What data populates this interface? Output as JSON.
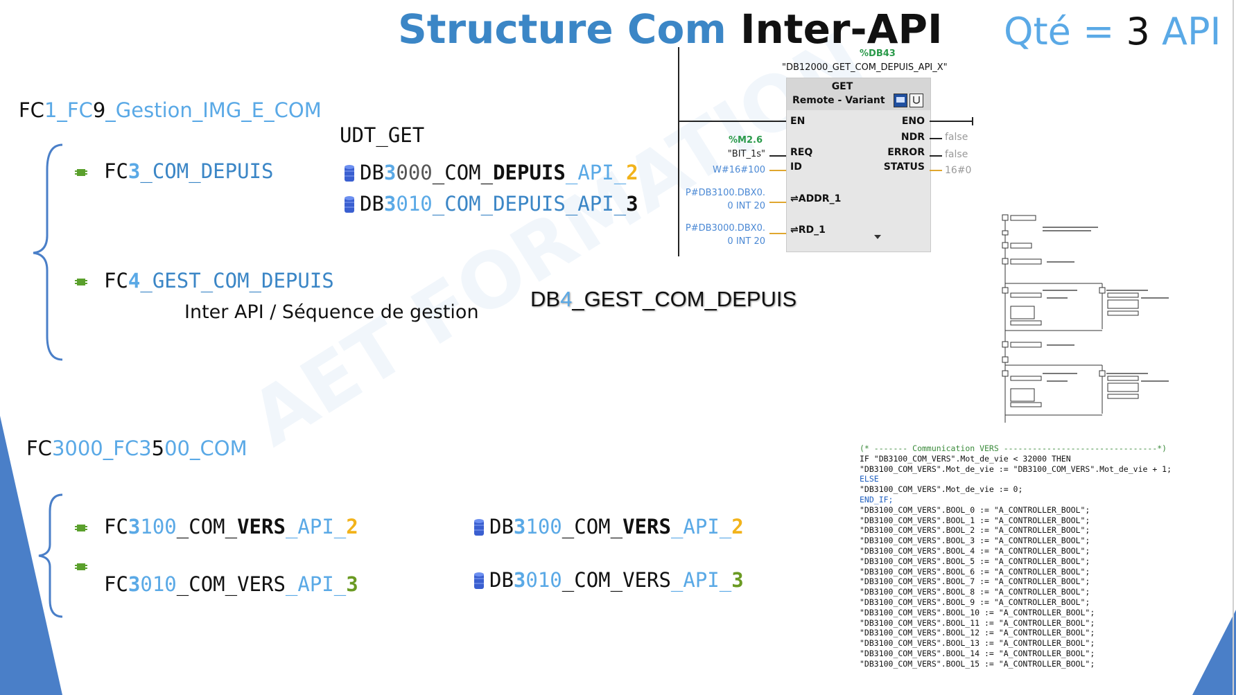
{
  "title": {
    "part1": "Structure Com ",
    "part2": "Inter-API"
  },
  "qty": {
    "part1": "Qté = ",
    "value": "3",
    "part2": " API"
  },
  "group1": {
    "header": {
      "p1": "FC",
      "p2": "1",
      "p3": "_FC",
      "p4": "9",
      "p5": "_Gestion_IMG_E_COM"
    },
    "udt": "UDT_GET",
    "fc3": {
      "p1": "FC",
      "p2": "3",
      "p3": "_COM_DEPUIS"
    },
    "db3000": {
      "p1": "DB",
      "p2": "3",
      "p3": "000",
      "p4": "_COM_",
      "p5": "DEPUIS",
      "p6": "_API_",
      "p7": "2"
    },
    "db3010": {
      "p1": "DB",
      "p2": "3",
      "p3": "010",
      "p4": "_COM_DEPUIS_API_",
      "p5": "3"
    },
    "fc4": {
      "p1": "FC",
      "p2": "4",
      "p3": "_GEST_COM_DEPUIS"
    },
    "fc4_desc": "Inter API / Séquence de gestion",
    "db4": {
      "p1": "DB",
      "p2": "4",
      "p3": "_GEST_COM_DEPUIS"
    }
  },
  "group2": {
    "header": {
      "p1": "FC",
      "p2": "3000",
      "p3": "_FC3",
      "p4": "5",
      "p5": "00_COM"
    },
    "fc3100": {
      "p1": "FC",
      "p2": "3",
      "p3": "100",
      "p4": "_COM_",
      "p5": "VERS",
      "p6": "_API_",
      "p7": "2"
    },
    "fc3010": {
      "p1": "FC",
      "p2": "3",
      "p3": "010",
      "p4": "_COM_VERS",
      "p5": "_API_",
      "p6": "3"
    },
    "db3100": {
      "p1": "DB",
      "p2": "3",
      "p3": "100",
      "p4": "_COM_",
      "p5": "VERS",
      "p6": "_API_",
      "p7": "2"
    },
    "db3010": {
      "p1": "DB",
      "p2": "3",
      "p3": "010",
      "p4": "_COM_VERS",
      "p5": "_API_",
      "p6": "3"
    }
  },
  "get_block": {
    "instance_addr": "%DB43",
    "instance_name": "\"DB12000_GET_COM_DEPUIS_API_X\"",
    "name": "GET",
    "subtitle": "Remote - Variant",
    "in_en": "EN",
    "in_req": "REQ",
    "in_id": "ID",
    "in_addr": "⇌ADDR_1",
    "in_rd": "⇌RD_1",
    "out_eno": "ENO",
    "out_ndr": "NDR",
    "out_error": "ERROR",
    "out_status": "STATUS",
    "req_addr": "%M2.6",
    "req_tag": "\"BIT_1s\"",
    "id_val": "W#16#100",
    "addr_val1": "P#DB3100.DBX0.",
    "addr_val2": "0 INT 20",
    "rd_val1": "P#DB3000.DBX0.",
    "rd_val2": "0 INT 20",
    "ndr_val": "false",
    "error_val": "false",
    "status_val": "16#0"
  },
  "code_lines": [
    "(* ------- Communication VERS --------------------------------*)",
    "IF \"DB3100_COM_VERS\".Mot_de_vie < 32000 THEN",
    "    \"DB3100_COM_VERS\".Mot_de_vie := \"DB3100_COM_VERS\".Mot_de_vie + 1;",
    "ELSE",
    "    \"DB3100_COM_VERS\".Mot_de_vie := 0;",
    "END_IF;",
    "\"DB3100_COM_VERS\".BOOL_0 := \"A_CONTROLLER_BOOL\";",
    "\"DB3100_COM_VERS\".BOOL_1 := \"A_CONTROLLER_BOOL\";",
    "\"DB3100_COM_VERS\".BOOL_2 := \"A_CONTROLLER_BOOL\";",
    "\"DB3100_COM_VERS\".BOOL_3 := \"A_CONTROLLER_BOOL\";",
    "\"DB3100_COM_VERS\".BOOL_4 := \"A_CONTROLLER_BOOL\";",
    "\"DB3100_COM_VERS\".BOOL_5 := \"A_CONTROLLER_BOOL\";",
    "\"DB3100_COM_VERS\".BOOL_6 := \"A_CONTROLLER_BOOL\";",
    "\"DB3100_COM_VERS\".BOOL_7 := \"A_CONTROLLER_BOOL\";",
    "\"DB3100_COM_VERS\".BOOL_8 := \"A_CONTROLLER_BOOL\";",
    "\"DB3100_COM_VERS\".BOOL_9 := \"A_CONTROLLER_BOOL\";",
    "\"DB3100_COM_VERS\".BOOL_10 := \"A_CONTROLLER_BOOL\";",
    "\"DB3100_COM_VERS\".BOOL_11 := \"A_CONTROLLER_BOOL\";",
    "\"DB3100_COM_VERS\".BOOL_12 := \"A_CONTROLLER_BOOL\";",
    "\"DB3100_COM_VERS\".BOOL_13 := \"A_CONTROLLER_BOOL\";",
    "\"DB3100_COM_VERS\".BOOL_14 := \"A_CONTROLLER_BOOL\";",
    "\"DB3100_COM_VERS\".BOOL_15 := \"A_CONTROLLER_BOOL\";"
  ],
  "watermark": "AET FORMATION",
  "colors": {
    "blue": "#3b86c6",
    "light_blue": "#5aa9e6",
    "yellow": "#f2b31b",
    "green": "#6a9a22",
    "corner": "#4a7fc8"
  }
}
